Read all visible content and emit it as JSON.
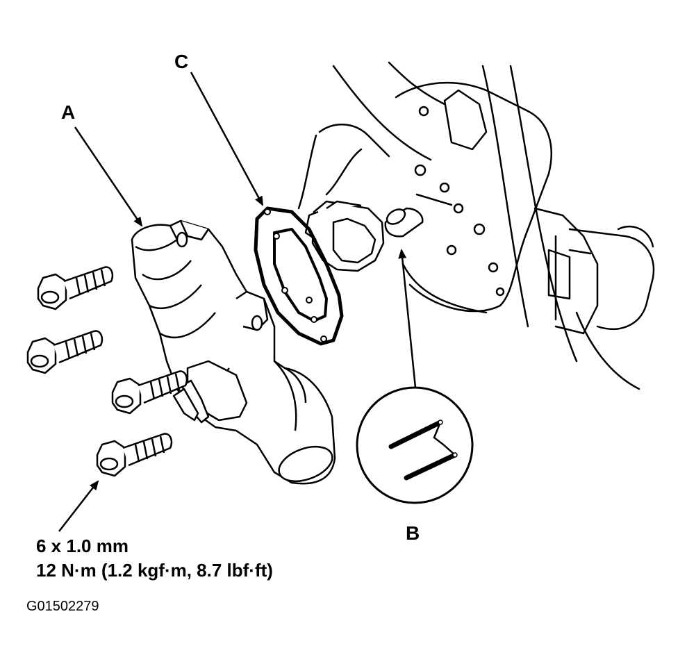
{
  "callouts": {
    "a": "A",
    "b": "B",
    "c": "C"
  },
  "spec": {
    "thread": "6 x 1.0 mm",
    "torque": "12 N·m (1.2 kgf·m, 8.7 lbf·ft)"
  },
  "figure_id": "G01502279",
  "colors": {
    "line": "#000000",
    "background": "#ffffff"
  }
}
